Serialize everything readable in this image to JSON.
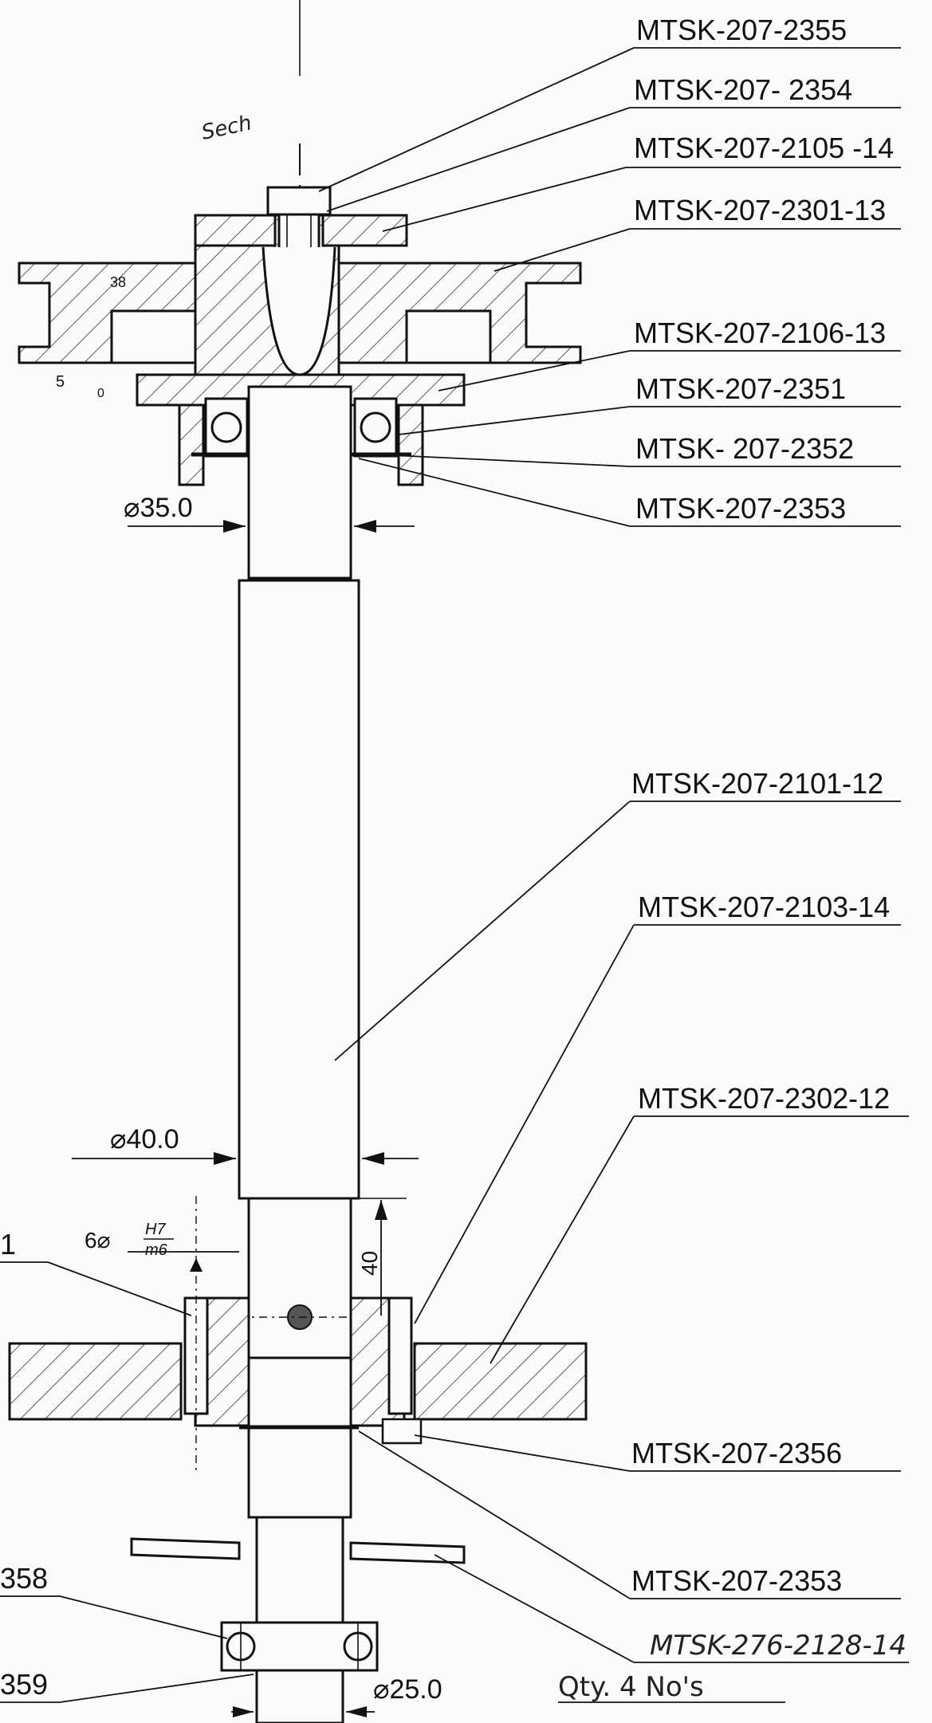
{
  "part_labels": [
    "MTSK-207-2355",
    "MTSK-207- 2354",
    "MTSK-207-2105 -14",
    "MTSK-207-2301-13",
    "MTSK-207-2106-13",
    "MTSK-207-2351",
    "MTSK- 207-2352",
    "MTSK-207-2353",
    "MTSK-207-2101-12",
    "MTSK-207-2103-14",
    "MTSK-207-2302-12",
    "MTSK-207-2356",
    "MTSK-207-2353",
    "MTSK-276-2128-14"
  ],
  "partial_labels": [
    "1",
    "358",
    "359"
  ],
  "dimensions": {
    "d1": "⌀35.0",
    "d2": "⌀40.0",
    "d3": "⌀25.0",
    "fit": "6⌀",
    "fit_upper": "H7",
    "fit_lower": "m6",
    "len": "40",
    "small_a": "38",
    "small_b": "5",
    "small_c": "0"
  },
  "notes": {
    "quantity": "Qty. 4 No's",
    "scribble": "Sech"
  }
}
